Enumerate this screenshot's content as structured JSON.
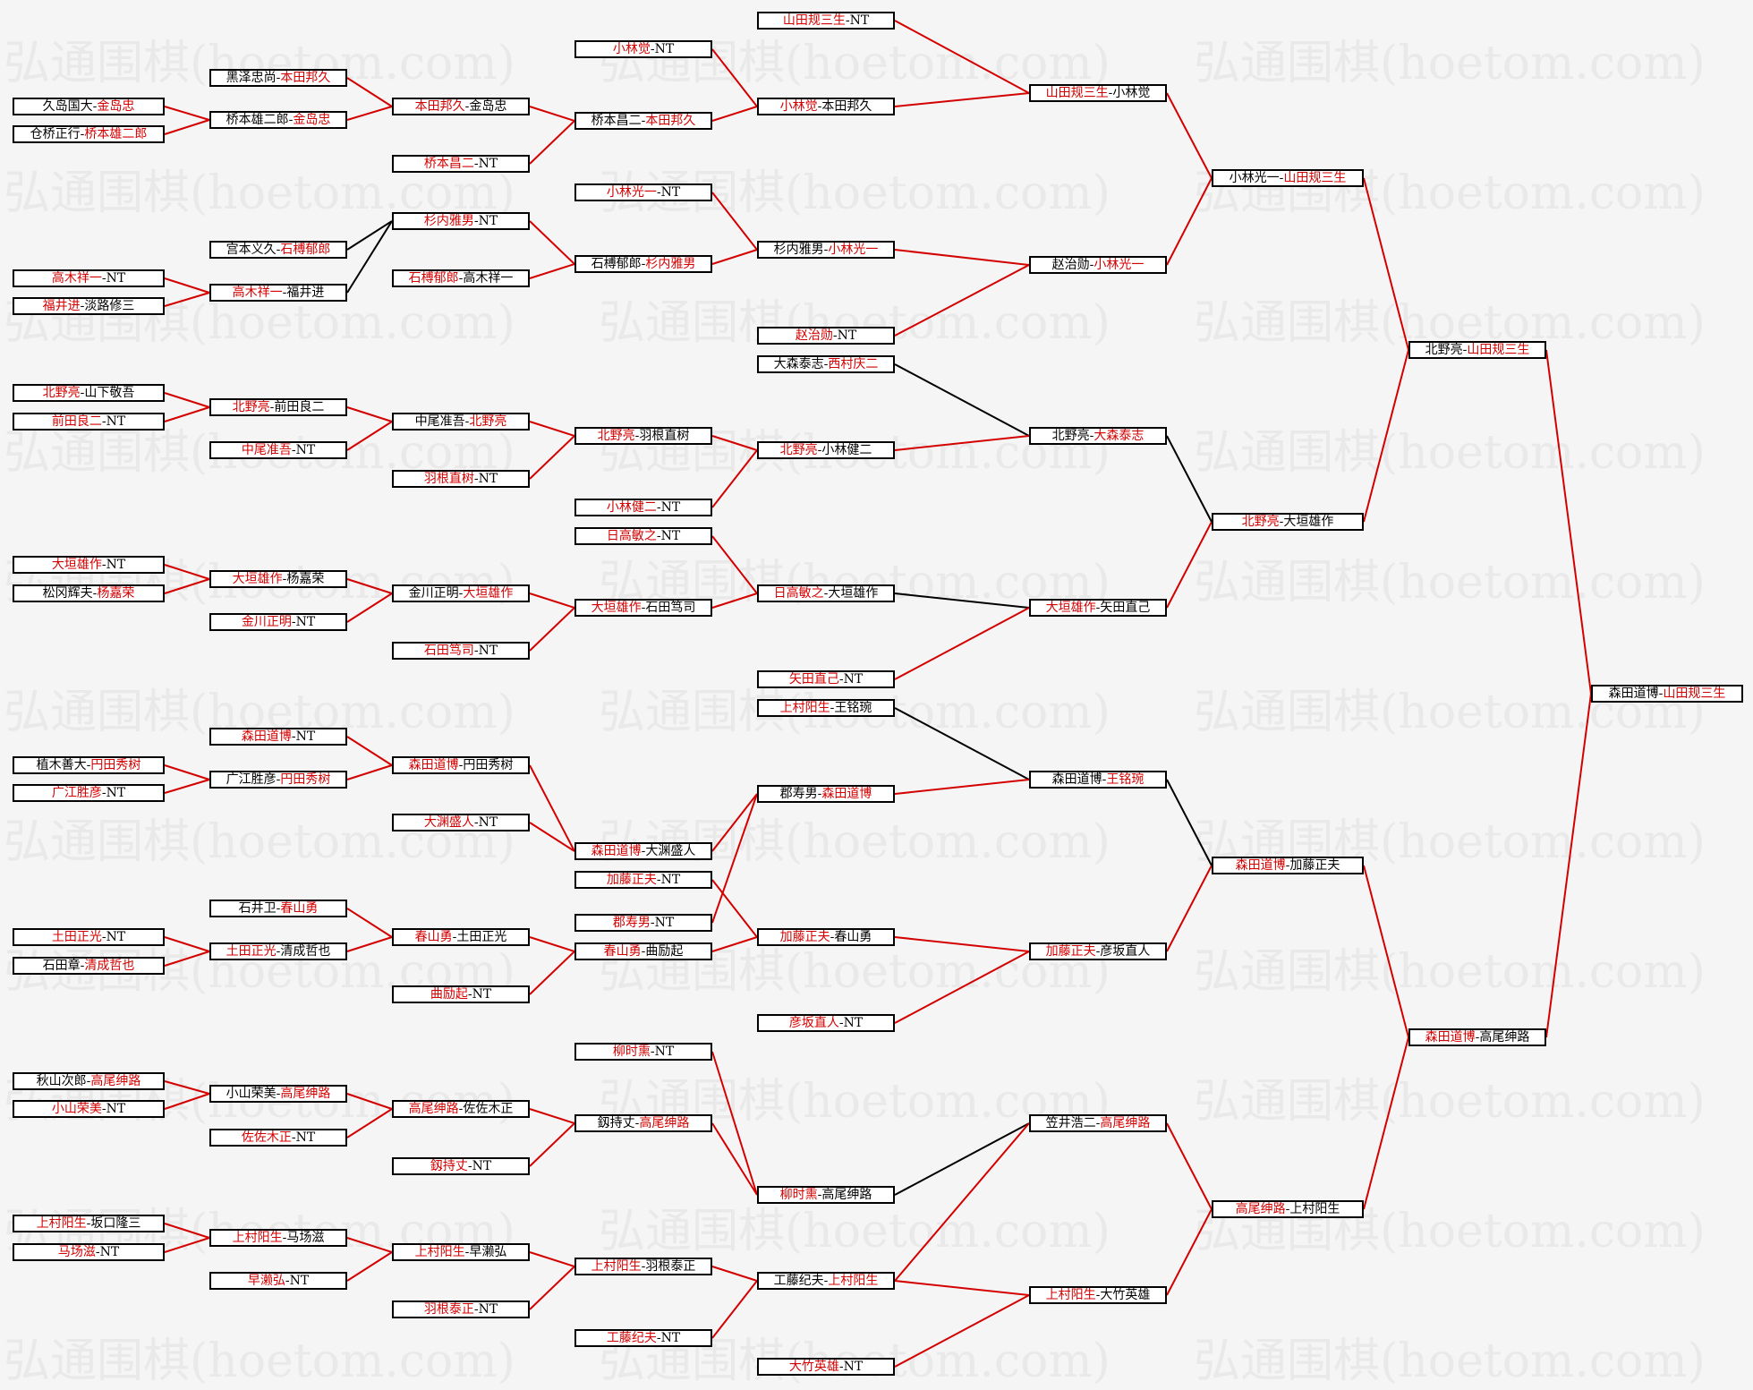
{
  "watermark": "弘通围棋(hoetom.com)",
  "colors": {
    "winner_text": "#d40000",
    "winner_line": "#d40000",
    "other_line": "#000000",
    "box_border": "#000000",
    "background": "#f5f5f5"
  },
  "matches": [
    {
      "id": "r0_01",
      "a": "久岛国大",
      "b": "金岛忠",
      "w": "b"
    },
    {
      "id": "r0_02",
      "a": "仓桥正行",
      "b": "桥本雄二郎",
      "w": "b"
    },
    {
      "id": "r0_03",
      "a": "高木祥一",
      "b": "NT",
      "w": "a"
    },
    {
      "id": "r0_04",
      "a": "福井进",
      "b": "淡路修三",
      "w": "a"
    },
    {
      "id": "r0_05",
      "a": "北野亮",
      "b": "山下敬吾",
      "w": "a"
    },
    {
      "id": "r0_06",
      "a": "前田良二",
      "b": "NT",
      "w": "a"
    },
    {
      "id": "r0_07",
      "a": "大垣雄作",
      "b": "NT",
      "w": "a"
    },
    {
      "id": "r0_08",
      "a": "松冈辉夫",
      "b": "杨嘉荣",
      "w": "b"
    },
    {
      "id": "r0_09",
      "a": "植木善大",
      "b": "円田秀树",
      "w": "b"
    },
    {
      "id": "r0_10",
      "a": "广江胜彦",
      "b": "NT",
      "w": "a"
    },
    {
      "id": "r0_11",
      "a": "土田正光",
      "b": "NT",
      "w": "a"
    },
    {
      "id": "r0_12",
      "a": "石田章",
      "b": "清成哲也",
      "w": "b"
    },
    {
      "id": "r0_13",
      "a": "秋山次郎",
      "b": "高尾绅路",
      "w": "b"
    },
    {
      "id": "r0_14",
      "a": "小山荣美",
      "b": "NT",
      "w": "a"
    },
    {
      "id": "r0_15",
      "a": "上村阳生",
      "b": "坂口隆三",
      "w": "a"
    },
    {
      "id": "r0_16",
      "a": "马场滋",
      "b": "NT",
      "w": "a"
    },
    {
      "id": "r1_01",
      "a": "黑泽忠尚",
      "b": "本田邦久",
      "w": "b"
    },
    {
      "id": "r1_02",
      "a": "桥本雄二郎",
      "b": "金岛忠",
      "w": "b"
    },
    {
      "id": "r1_03",
      "a": "宫本义久",
      "b": "石榑郁郎",
      "w": "b"
    },
    {
      "id": "r1_04",
      "a": "高木祥一",
      "b": "福井进",
      "w": "a"
    },
    {
      "id": "r1_05",
      "a": "北野亮",
      "b": "前田良二",
      "w": "a"
    },
    {
      "id": "r1_06",
      "a": "中尾准吾",
      "b": "NT",
      "w": "a"
    },
    {
      "id": "r1_07",
      "a": "大垣雄作",
      "b": "杨嘉荣",
      "w": "a"
    },
    {
      "id": "r1_08",
      "a": "金川正明",
      "b": "NT",
      "w": "a"
    },
    {
      "id": "r1_09",
      "a": "森田道博",
      "b": "NT",
      "w": "a"
    },
    {
      "id": "r1_10",
      "a": "广江胜彦",
      "b": "円田秀树",
      "w": "b"
    },
    {
      "id": "r1_11",
      "a": "石井卫",
      "b": "春山勇",
      "w": "b"
    },
    {
      "id": "r1_12",
      "a": "土田正光",
      "b": "清成哲也",
      "w": "a"
    },
    {
      "id": "r1_13",
      "a": "小山荣美",
      "b": "高尾绅路",
      "w": "b"
    },
    {
      "id": "r1_14",
      "a": "佐佐木正",
      "b": "NT",
      "w": "a"
    },
    {
      "id": "r1_15",
      "a": "上村阳生",
      "b": "马场滋",
      "w": "a"
    },
    {
      "id": "r1_16",
      "a": "早濑弘",
      "b": "NT",
      "w": "a"
    },
    {
      "id": "r2_01",
      "a": "本田邦久",
      "b": "金岛忠",
      "w": "a"
    },
    {
      "id": "r2_02",
      "a": "桥本昌二",
      "b": "NT",
      "w": "a"
    },
    {
      "id": "r2_03",
      "a": "杉内雅男",
      "b": "NT",
      "w": "a"
    },
    {
      "id": "r2_04",
      "a": "石榑郁郎",
      "b": "高木祥一",
      "w": "a"
    },
    {
      "id": "r2_05",
      "a": "中尾准吾",
      "b": "北野亮",
      "w": "b"
    },
    {
      "id": "r2_06",
      "a": "羽根直树",
      "b": "NT",
      "w": "a"
    },
    {
      "id": "r2_07",
      "a": "金川正明",
      "b": "大垣雄作",
      "w": "b"
    },
    {
      "id": "r2_08",
      "a": "石田笃司",
      "b": "NT",
      "w": "a"
    },
    {
      "id": "r2_09",
      "a": "森田道博",
      "b": "円田秀树",
      "w": "a"
    },
    {
      "id": "r2_10",
      "a": "大渊盛人",
      "b": "NT",
      "w": "a"
    },
    {
      "id": "r2_11",
      "a": "春山勇",
      "b": "土田正光",
      "w": "a"
    },
    {
      "id": "r2_12",
      "a": "曲励起",
      "b": "NT",
      "w": "a"
    },
    {
      "id": "r2_13",
      "a": "高尾绅路",
      "b": "佐佐木正",
      "w": "a"
    },
    {
      "id": "r2_14",
      "a": "釼持丈",
      "b": "NT",
      "w": "a"
    },
    {
      "id": "r2_15",
      "a": "上村阳生",
      "b": "早濑弘",
      "w": "a"
    },
    {
      "id": "r2_16",
      "a": "羽根泰正",
      "b": "NT",
      "w": "a"
    },
    {
      "id": "r3_01",
      "a": "小林觉",
      "b": "NT",
      "w": "a"
    },
    {
      "id": "r3_02",
      "a": "桥本昌二",
      "b": "本田邦久",
      "w": "b"
    },
    {
      "id": "r3_03",
      "a": "小林光一",
      "b": "NT",
      "w": "a"
    },
    {
      "id": "r3_04",
      "a": "石榑郁郎",
      "b": "杉内雅男",
      "w": "b"
    },
    {
      "id": "r3_05",
      "a": "北野亮",
      "b": "羽根直树",
      "w": "a"
    },
    {
      "id": "r3_06",
      "a": "小林健二",
      "b": "NT",
      "w": "a"
    },
    {
      "id": "r3_07",
      "a": "日高敏之",
      "b": "NT",
      "w": "a"
    },
    {
      "id": "r3_08",
      "a": "大垣雄作",
      "b": "石田笃司",
      "w": "a"
    },
    {
      "id": "r3_09",
      "a": "森田道博",
      "b": "大渊盛人",
      "w": "a"
    },
    {
      "id": "r3_10",
      "a": "郡寿男",
      "b": "NT",
      "w": "a"
    },
    {
      "id": "r3_11",
      "a": "加藤正夫",
      "b": "NT",
      "w": "a"
    },
    {
      "id": "r3_12",
      "a": "春山勇",
      "b": "曲励起",
      "w": "a"
    },
    {
      "id": "r3_13",
      "a": "柳时熏",
      "b": "NT",
      "w": "a"
    },
    {
      "id": "r3_14",
      "a": "釼持丈",
      "b": "高尾绅路",
      "w": "b"
    },
    {
      "id": "r3_15",
      "a": "上村阳生",
      "b": "羽根泰正",
      "w": "a"
    },
    {
      "id": "r3_16",
      "a": "工藤纪夫",
      "b": "NT",
      "w": "a"
    },
    {
      "id": "r4_01",
      "a": "山田规三生",
      "b": "NT",
      "w": "a"
    },
    {
      "id": "r4_02",
      "a": "小林觉",
      "b": "本田邦久",
      "w": "a"
    },
    {
      "id": "r4_03",
      "a": "杉内雅男",
      "b": "小林光一",
      "w": "b"
    },
    {
      "id": "r4_04",
      "a": "赵治勋",
      "b": "NT",
      "w": "a"
    },
    {
      "id": "r4_05",
      "a": "大森泰志",
      "b": "西村庆二",
      "w": "b"
    },
    {
      "id": "r4_06",
      "a": "北野亮",
      "b": "小林健二",
      "w": "a"
    },
    {
      "id": "r4_07",
      "a": "日高敏之",
      "b": "大垣雄作",
      "w": "a"
    },
    {
      "id": "r4_08",
      "a": "矢田直己",
      "b": "NT",
      "w": "a"
    },
    {
      "id": "r4_09",
      "a": "上村阳生",
      "b": "王铭琬",
      "w": "a"
    },
    {
      "id": "r4_10",
      "a": "郡寿男",
      "b": "森田道博",
      "w": "b"
    },
    {
      "id": "r4_11",
      "a": "加藤正夫",
      "b": "春山勇",
      "w": "a"
    },
    {
      "id": "r4_12",
      "a": "彦坂直人",
      "b": "NT",
      "w": "a"
    },
    {
      "id": "r4_13",
      "a": "柳时熏",
      "b": "高尾绅路",
      "w": "a"
    },
    {
      "id": "r4_14",
      "a": "笠井浩二",
      "b": "NT",
      "w": "a"
    },
    {
      "id": "r4_15",
      "a": "工藤纪夫",
      "b": "上村阳生",
      "w": "b"
    },
    {
      "id": "r4_16",
      "a": "大竹英雄",
      "b": "NT",
      "w": "a"
    },
    {
      "id": "r5_01",
      "a": "山田规三生",
      "b": "小林觉",
      "w": "a"
    },
    {
      "id": "r5_02",
      "a": "赵治勋",
      "b": "小林光一",
      "w": "b"
    },
    {
      "id": "r5_03",
      "a": "北野亮",
      "b": "大森泰志",
      "w": "b"
    },
    {
      "id": "r5_04",
      "a": "大垣雄作",
      "b": "矢田直己",
      "w": "a"
    },
    {
      "id": "r5_05",
      "a": "森田道博",
      "b": "王铭琬",
      "w": "b"
    },
    {
      "id": "r5_06",
      "a": "加藤正夫",
      "b": "彦坂直人",
      "w": "a"
    },
    {
      "id": "r5_07",
      "a": "笠井浩二",
      "b": "高尾绅路",
      "w": "b"
    },
    {
      "id": "r5_08",
      "a": "上村阳生",
      "b": "大竹英雄",
      "w": "a"
    },
    {
      "id": "r6_01",
      "a": "小林光一",
      "b": "山田规三生",
      "w": "b"
    },
    {
      "id": "r6_02",
      "a": "北野亮",
      "b": "大垣雄作",
      "w": "a"
    },
    {
      "id": "r6_03",
      "a": "森田道博",
      "b": "加藤正夫",
      "w": "a"
    },
    {
      "id": "r6_04",
      "a": "高尾绅路",
      "b": "上村阳生",
      "w": "a"
    },
    {
      "id": "r7_01",
      "a": "北野亮",
      "b": "山田规三生",
      "w": "b"
    },
    {
      "id": "r7_02",
      "a": "森田道博",
      "b": "高尾绅路",
      "w": "a"
    },
    {
      "id": "r8_01",
      "a": "森田道博",
      "b": "山田规三生",
      "w": "b"
    }
  ]
}
